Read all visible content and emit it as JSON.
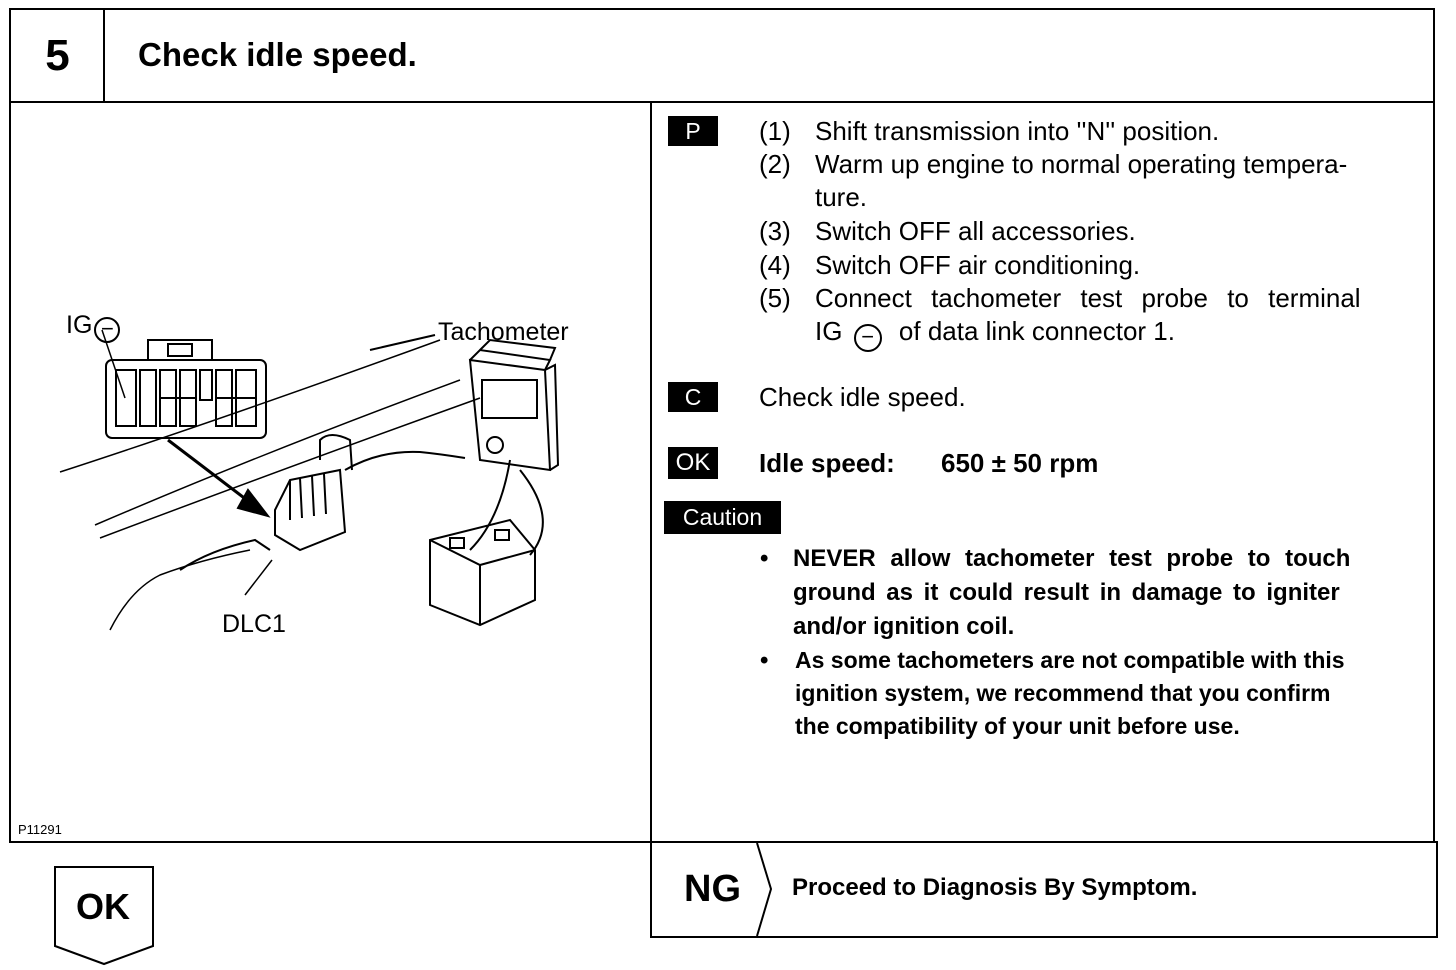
{
  "step": {
    "number": "5",
    "title": "Check idle speed."
  },
  "figure": {
    "labels": {
      "ig": "IG",
      "tachometer": "Tachometer",
      "dlc": "DLC1"
    },
    "code": "P11291"
  },
  "procedure": {
    "tag": "P",
    "items": [
      {
        "num": "(1)",
        "lines": [
          "Shift transmission into ''N'' position."
        ]
      },
      {
        "num": "(2)",
        "lines": [
          "Warm up engine to normal operating tempera-",
          "ture."
        ]
      },
      {
        "num": "(3)",
        "lines": [
          "Switch OFF all accessories."
        ]
      },
      {
        "num": "(4)",
        "lines": [
          "Switch OFF air conditioning."
        ]
      },
      {
        "num": "(5)",
        "lines": [
          "Connect tachometer test probe to terminal",
          "IG",
          "of data link connector 1."
        ]
      }
    ]
  },
  "check": {
    "tag": "C",
    "text": "Check idle speed."
  },
  "ok_spec": {
    "tag": "OK",
    "label": "Idle speed:",
    "value": "650 ± 50 rpm"
  },
  "caution": {
    "tag": "Caution",
    "bullets": [
      [
        "NEVER allow tachometer test probe to touch",
        "ground as it could result in damage to igniter",
        "and/or ignition coil."
      ],
      [
        "As some tachometers are not compatible with this",
        "ignition system, we recommend that you confirm",
        "the compatibility of your unit before use."
      ]
    ]
  },
  "ng": {
    "label": "NG",
    "text": "Proceed to Diagnosis By Symptom."
  },
  "ok_arrow": {
    "label": "OK"
  }
}
